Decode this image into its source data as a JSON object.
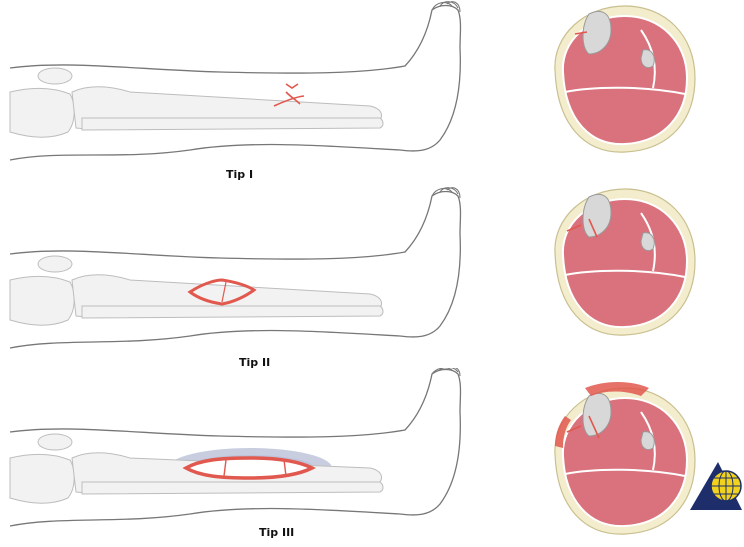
{
  "figure": {
    "panels": [
      {
        "id": "tip-1",
        "caption": "Tip I"
      },
      {
        "id": "tip-2",
        "caption": "Tip II"
      },
      {
        "id": "tip-3",
        "caption": "Tip III"
      }
    ],
    "colors": {
      "outline": "#777777",
      "bone_fill": "#f2f2f2",
      "bone_stroke": "#bdbdbd",
      "wound": "#e1584e",
      "muscle": "#d9727c",
      "fat": "#f3eccd",
      "skin_ring": "#ece3b5",
      "bruise": "#9aa6c6",
      "logo_yellow": "#f1d21c",
      "logo_navy": "#1d2e6b"
    },
    "logo": {
      "icon": "globe-triangle-logo-icon"
    }
  }
}
